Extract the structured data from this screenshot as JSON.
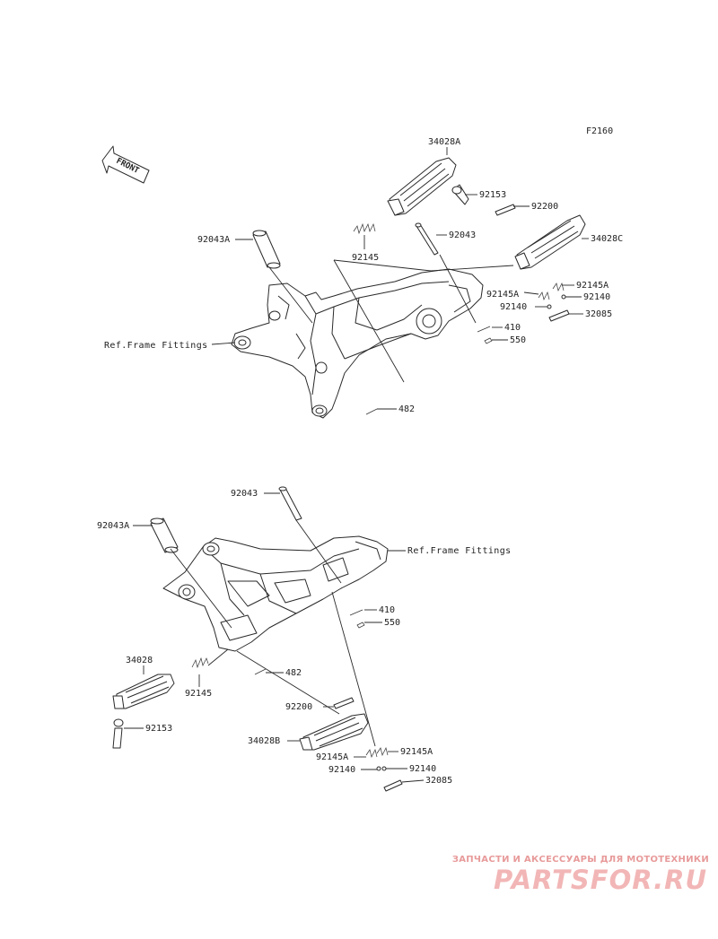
{
  "diagram": {
    "code": "F2160",
    "front_label": "FRONT",
    "upper_labels": {
      "p34028A": "34028A",
      "p92153": "92153",
      "p92200": "92200",
      "p92043A": "92043A",
      "p92043": "92043",
      "p34028C": "34028C",
      "p92145": "92145",
      "p92145A_r": "92145A",
      "p92145A_l": "92145A",
      "p92140_r": "92140",
      "p92140_l": "92140",
      "p32085": "32085",
      "p410": "410",
      "p550": "550",
      "p482": "482",
      "ref": "Ref.Frame Fittings"
    },
    "lower_labels": {
      "p92043": "92043",
      "p92043A": "92043A",
      "ref": "Ref.Frame Fittings",
      "p410": "410",
      "p550": "550",
      "p34028": "34028",
      "p92145": "92145",
      "p482": "482",
      "p92200": "92200",
      "p92153": "92153",
      "p34028B": "34028B",
      "p92145A_r": "92145A",
      "p92145A_l": "92145A",
      "p92140_l": "92140",
      "p92140_r": "92140",
      "p32085": "32085"
    }
  },
  "watermark": {
    "tagline": "ЗАПЧАСТИ И АКСЕССУАРЫ ДЛЯ МОТОТЕХНИКИ",
    "brand": "PARTSFOR.RU",
    "color": "#f2b6b6"
  }
}
